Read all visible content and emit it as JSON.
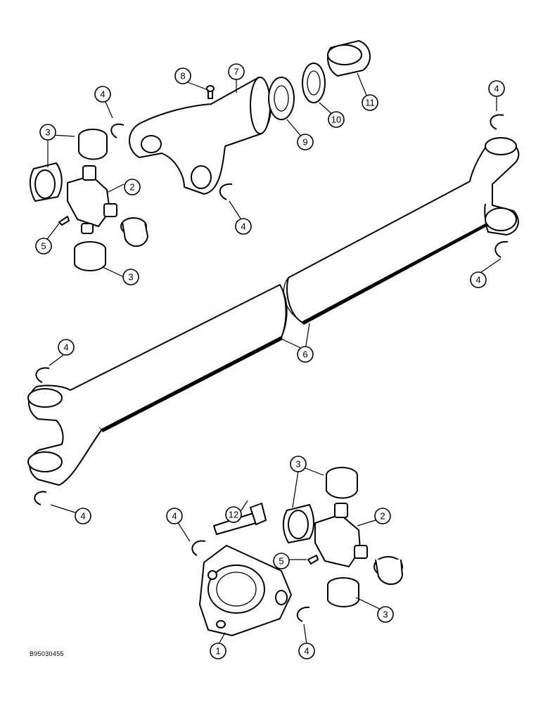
{
  "figure_code": "B95030455",
  "callouts": [
    {
      "n": "1"
    },
    {
      "n": "2"
    },
    {
      "n": "2"
    },
    {
      "n": "3"
    },
    {
      "n": "3"
    },
    {
      "n": "3"
    },
    {
      "n": "3"
    },
    {
      "n": "4"
    },
    {
      "n": "4"
    },
    {
      "n": "4"
    },
    {
      "n": "4"
    },
    {
      "n": "4"
    },
    {
      "n": "4"
    },
    {
      "n": "4"
    },
    {
      "n": "4"
    },
    {
      "n": "5"
    },
    {
      "n": "5"
    },
    {
      "n": "6"
    },
    {
      "n": "7"
    },
    {
      "n": "8"
    },
    {
      "n": "9"
    },
    {
      "n": "10"
    },
    {
      "n": "11"
    },
    {
      "n": "12"
    }
  ]
}
